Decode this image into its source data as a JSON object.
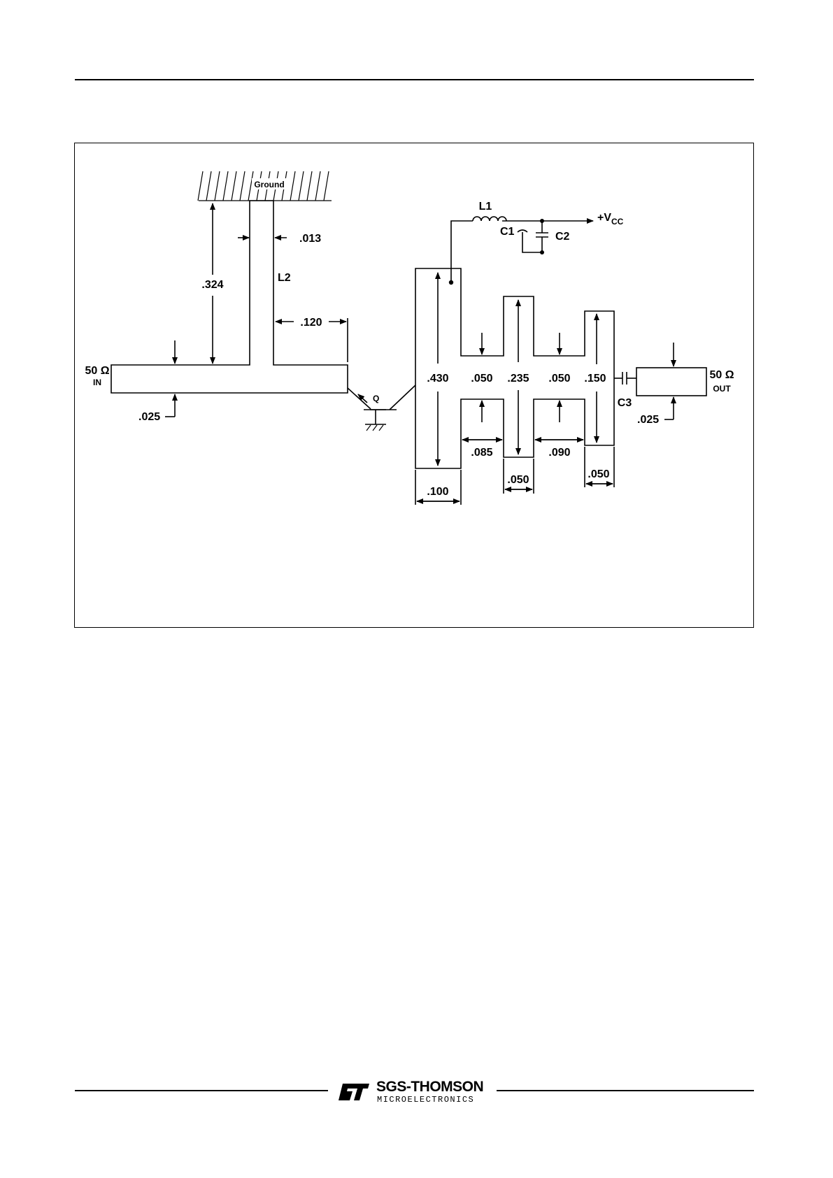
{
  "labels": {
    "ground": "Ground",
    "l1": "L1",
    "l2": "L2",
    "c1": "C1",
    "c2": "C2",
    "c3": "C3",
    "vcc_prefix": "+V",
    "vcc_sub": "CC",
    "q": "Q",
    "in_ohm": "50 Ω",
    "in_text": "IN",
    "out_ohm": "50 Ω",
    "out_text": "OUT"
  },
  "dimensions": {
    "stub_gap": ".013",
    "stub_height": ".324",
    "stub_offset": ".120",
    "in_width": ".025",
    "out_width": ".025",
    "pad1_height": ".430",
    "gap1_height": ".050",
    "pad2_height": ".235",
    "gap2_height": ".050",
    "pad3_height": ".150",
    "pad1_width": ".100",
    "gap1_width": ".085",
    "pad2_width": ".050",
    "gap2_width": ".090",
    "pad3_width": ".050"
  },
  "footer": {
    "company": "SGS-THOMSON",
    "division": "MICROELECTRONICS"
  }
}
